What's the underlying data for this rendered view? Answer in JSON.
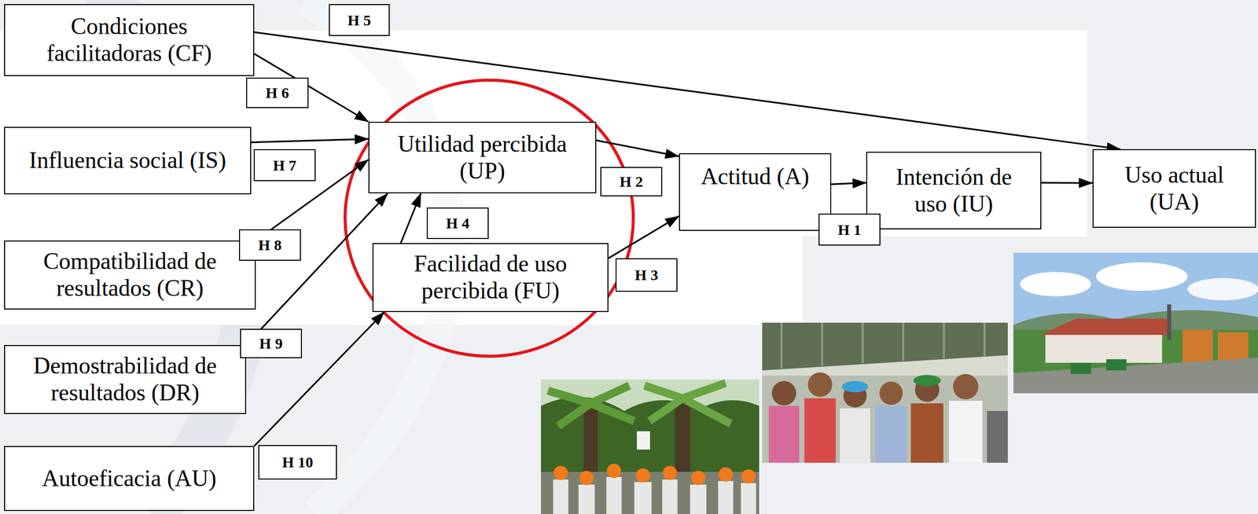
{
  "diagram": {
    "nodes": [
      {
        "text": [
          "Condiciones facilitadoras (CF)"
        ]
      },
      {
        "text": [
          "Influencia social (IS)"
        ]
      },
      {
        "text": [
          "Utilidad percibida (UP)"
        ]
      },
      {
        "text": [
          "Actitud (A)"
        ]
      },
      {
        "text": [
          "Intención de uso (IU)"
        ]
      },
      {
        "text": [
          "Uso actual (UA)"
        ]
      },
      {
        "text": [
          "Compatibilidad de resultados (CR)"
        ]
      },
      {
        "text": [
          "Facilidad de uso percibida (FU)"
        ]
      },
      {
        "text": [
          "Demostrabilidad de resultados (DR)"
        ]
      },
      {
        "text": [
          "Autoeficacia (AU)"
        ]
      }
    ],
    "edges": [
      {
        "from": 0,
        "to": 5,
        "label": "H 5",
        "arrow": "to"
      },
      {
        "from": 0,
        "to": 2,
        "label": "H 6",
        "arrow": "to"
      },
      {
        "from": 1,
        "to": 2,
        "label": "H 7",
        "arrow": "to"
      },
      {
        "from": 6,
        "to": 2,
        "label": "H 8",
        "arrow": "to"
      },
      {
        "from": 8,
        "to": 2,
        "label": "H 9",
        "arrow": "to"
      },
      {
        "from": 9,
        "to": 7,
        "label": "H 10",
        "arrow": "to"
      },
      {
        "from": 7,
        "to": 2,
        "label": "H 4",
        "arrow": "to"
      },
      {
        "from": 2,
        "to": 3,
        "label": "H 2",
        "arrow": "to"
      },
      {
        "from": 7,
        "to": 3,
        "label": "H 3",
        "arrow": "to"
      },
      {
        "from": 3,
        "to": 4,
        "label": "H 1",
        "arrow": "to"
      },
      {
        "from": 4,
        "to": 5,
        "arrow": "to"
      }
    ]
  }
}
